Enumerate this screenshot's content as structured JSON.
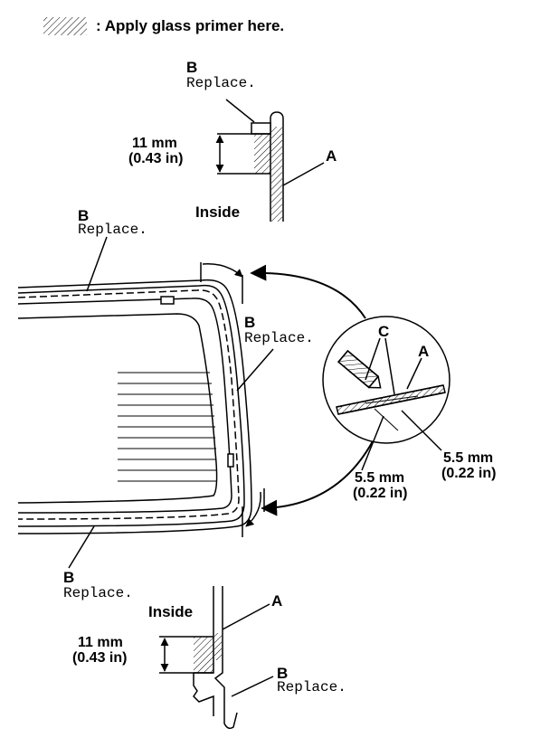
{
  "legend": {
    "text": ": Apply glass primer here."
  },
  "top_detail": {
    "b_letter": "B",
    "b_text": "Replace.",
    "dim_mm": "11 mm",
    "dim_in": "(0.43 in)",
    "a_letter": "A",
    "inside": "Inside"
  },
  "windshield": {
    "b_top_letter": "B",
    "b_top_text": "Replace.",
    "b_right_letter": "B",
    "b_right_text": "Replace.",
    "b_bottom_letter": "B",
    "b_bottom_text": "Replace."
  },
  "circle_detail": {
    "c_letter": "C",
    "a_letter": "A",
    "dim1_mm": "5.5 mm",
    "dim1_in": "(0.22 in)",
    "dim2_mm": "5.5 mm",
    "dim2_in": "(0.22 in)"
  },
  "bottom_detail": {
    "inside": "Inside",
    "a_letter": "A",
    "dim_mm": "11 mm",
    "dim_in": "(0.43 in)",
    "b_letter": "B",
    "b_text": "Replace."
  }
}
